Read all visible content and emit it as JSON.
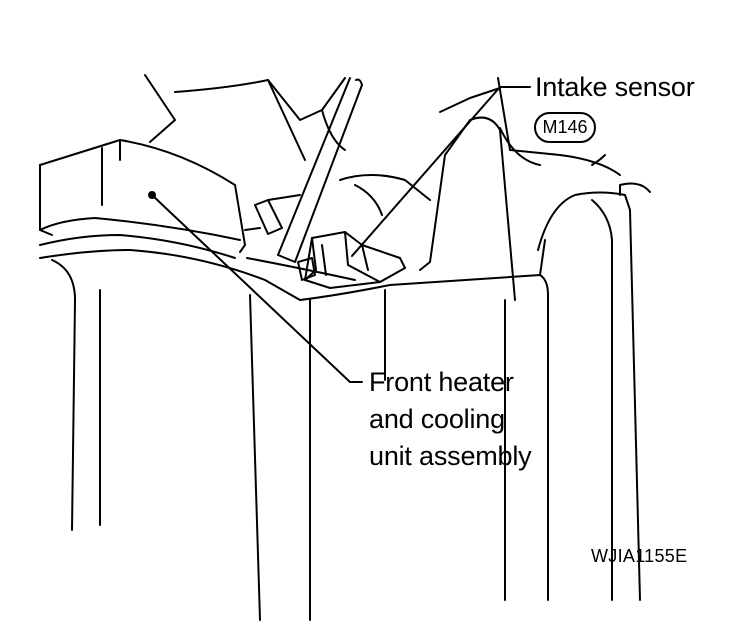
{
  "labels": {
    "intake_sensor": "Intake sensor",
    "connector_code": "M146",
    "front_unit_lines": [
      "Front heater",
      "and cooling",
      "unit assembly"
    ]
  },
  "figure_id": "WJIA1155E",
  "colors": {
    "line": "#000000",
    "background": "#ffffff"
  }
}
